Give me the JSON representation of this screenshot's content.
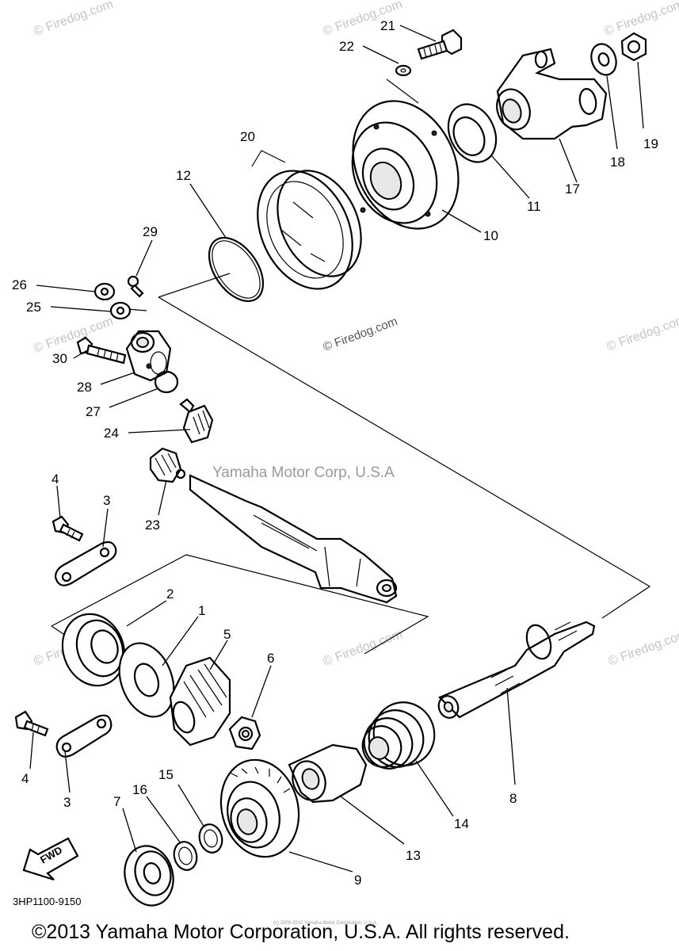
{
  "diagram": {
    "watermark": "© Firedog.com",
    "center_watermark": "Yamaha Motor Corp, U.S.A",
    "ref_code": "3HP1100-9150",
    "fwd_label": "FWD",
    "fine_print": "(c) 2000-2010 Yamaha Motor Corporation, U.S.A.",
    "copyright": "©2013 Yamaha Motor Corporation, U.S.A. All rights reserved.",
    "callouts": {
      "c1": "1",
      "c2": "2",
      "c3a": "3",
      "c3b": "3",
      "c4a": "4",
      "c4b": "4",
      "c5": "5",
      "c6": "6",
      "c7": "7",
      "c8": "8",
      "c9": "9",
      "c10": "10",
      "c11": "11",
      "c12": "12",
      "c13": "13",
      "c14": "14",
      "c15": "15",
      "c16": "16",
      "c17": "17",
      "c18": "18",
      "c19": "19",
      "c20": "20",
      "c21": "21",
      "c22": "22",
      "c23": "23",
      "c24": "24",
      "c25": "25",
      "c26": "26",
      "c27": "27",
      "c28": "28",
      "c29": "29",
      "c30": "30"
    }
  }
}
